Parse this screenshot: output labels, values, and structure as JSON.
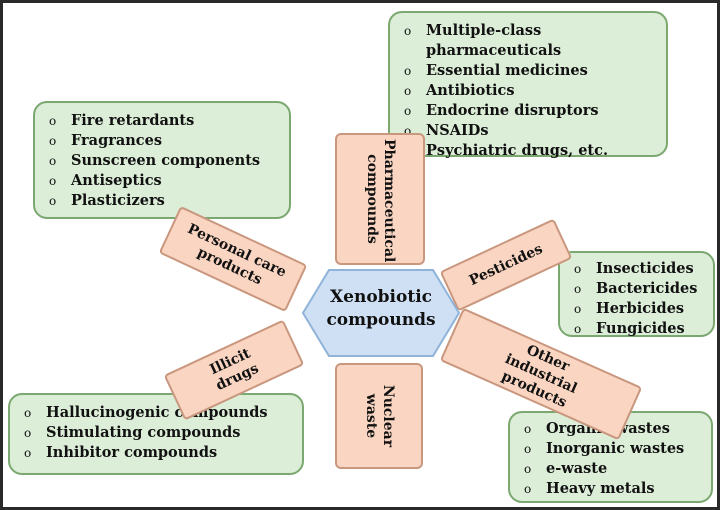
{
  "hub": {
    "label": "Xenobiotic compounds"
  },
  "spokes": {
    "pharmaceutical": "Pharmaceutical compounds",
    "personal_care": "Personal care products",
    "pesticides": "Pesticides",
    "other_industrial": "Other industrial products",
    "nuclear": "Nuclear waste",
    "illicit": "Illicit drugs"
  },
  "lists": {
    "pharmaceutical": [
      "Multiple-class pharmaceuticals",
      "Essential medicines",
      "Antibiotics",
      "Endocrine disruptors",
      "NSAIDs",
      "Psychiatric drugs, etc."
    ],
    "personal_care": [
      "Fire retardants",
      "Fragrances",
      "Sunscreen components",
      "Antiseptics",
      "Plasticizers"
    ],
    "pesticides": [
      "Insecticides",
      "Bactericides",
      "Herbicides",
      "Fungicides"
    ],
    "illicit": [
      "Hallucinogenic compounds",
      "Stimulating compounds",
      "Inhibitor compounds"
    ],
    "other_industrial": [
      "Organic wastes",
      "Inorganic wastes",
      "e-waste",
      "Heavy metals"
    ]
  },
  "bullet_glyph": "o",
  "colors": {
    "list_fill": "#dcedd8",
    "list_border": "#7aa870",
    "spoke_fill": "#f9d5c2",
    "spoke_border": "#c9977e",
    "hub_fill": "#cfe0f4",
    "hub_border": "#8fb3d9"
  }
}
